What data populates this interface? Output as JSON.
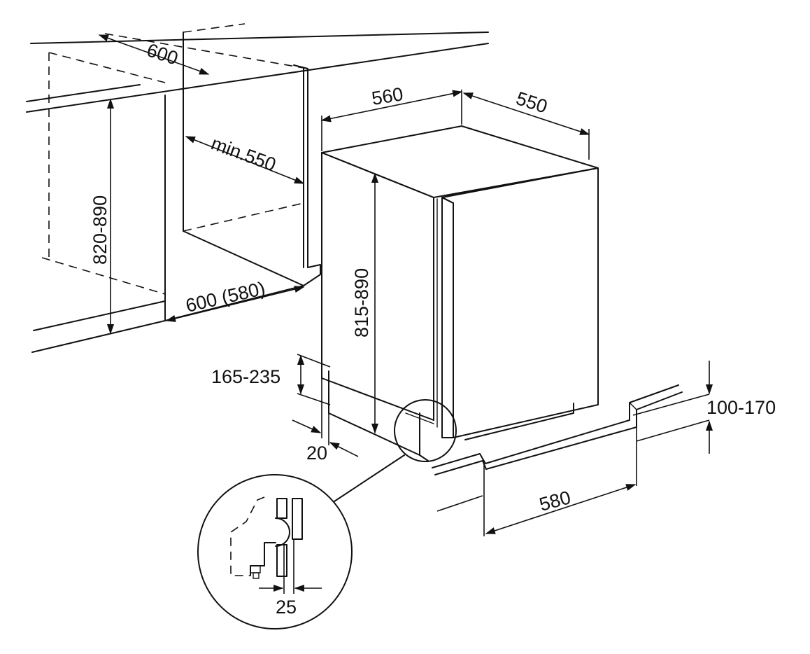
{
  "dimensions": {
    "cabinet_depth_top": "600",
    "worktop_depth_min": "min.550",
    "cabinet_height": "820-890",
    "cabinet_width": "600 (580)",
    "appliance_width": "560",
    "appliance_depth": "550",
    "appliance_height": "815-890",
    "plinth_height": "165-235",
    "plinth_recess": "20",
    "plinth_board_height": "100-170",
    "plinth_board_width": "580",
    "detail_gap": "25"
  },
  "colors": {
    "line": "#111111",
    "background": "#ffffff"
  }
}
